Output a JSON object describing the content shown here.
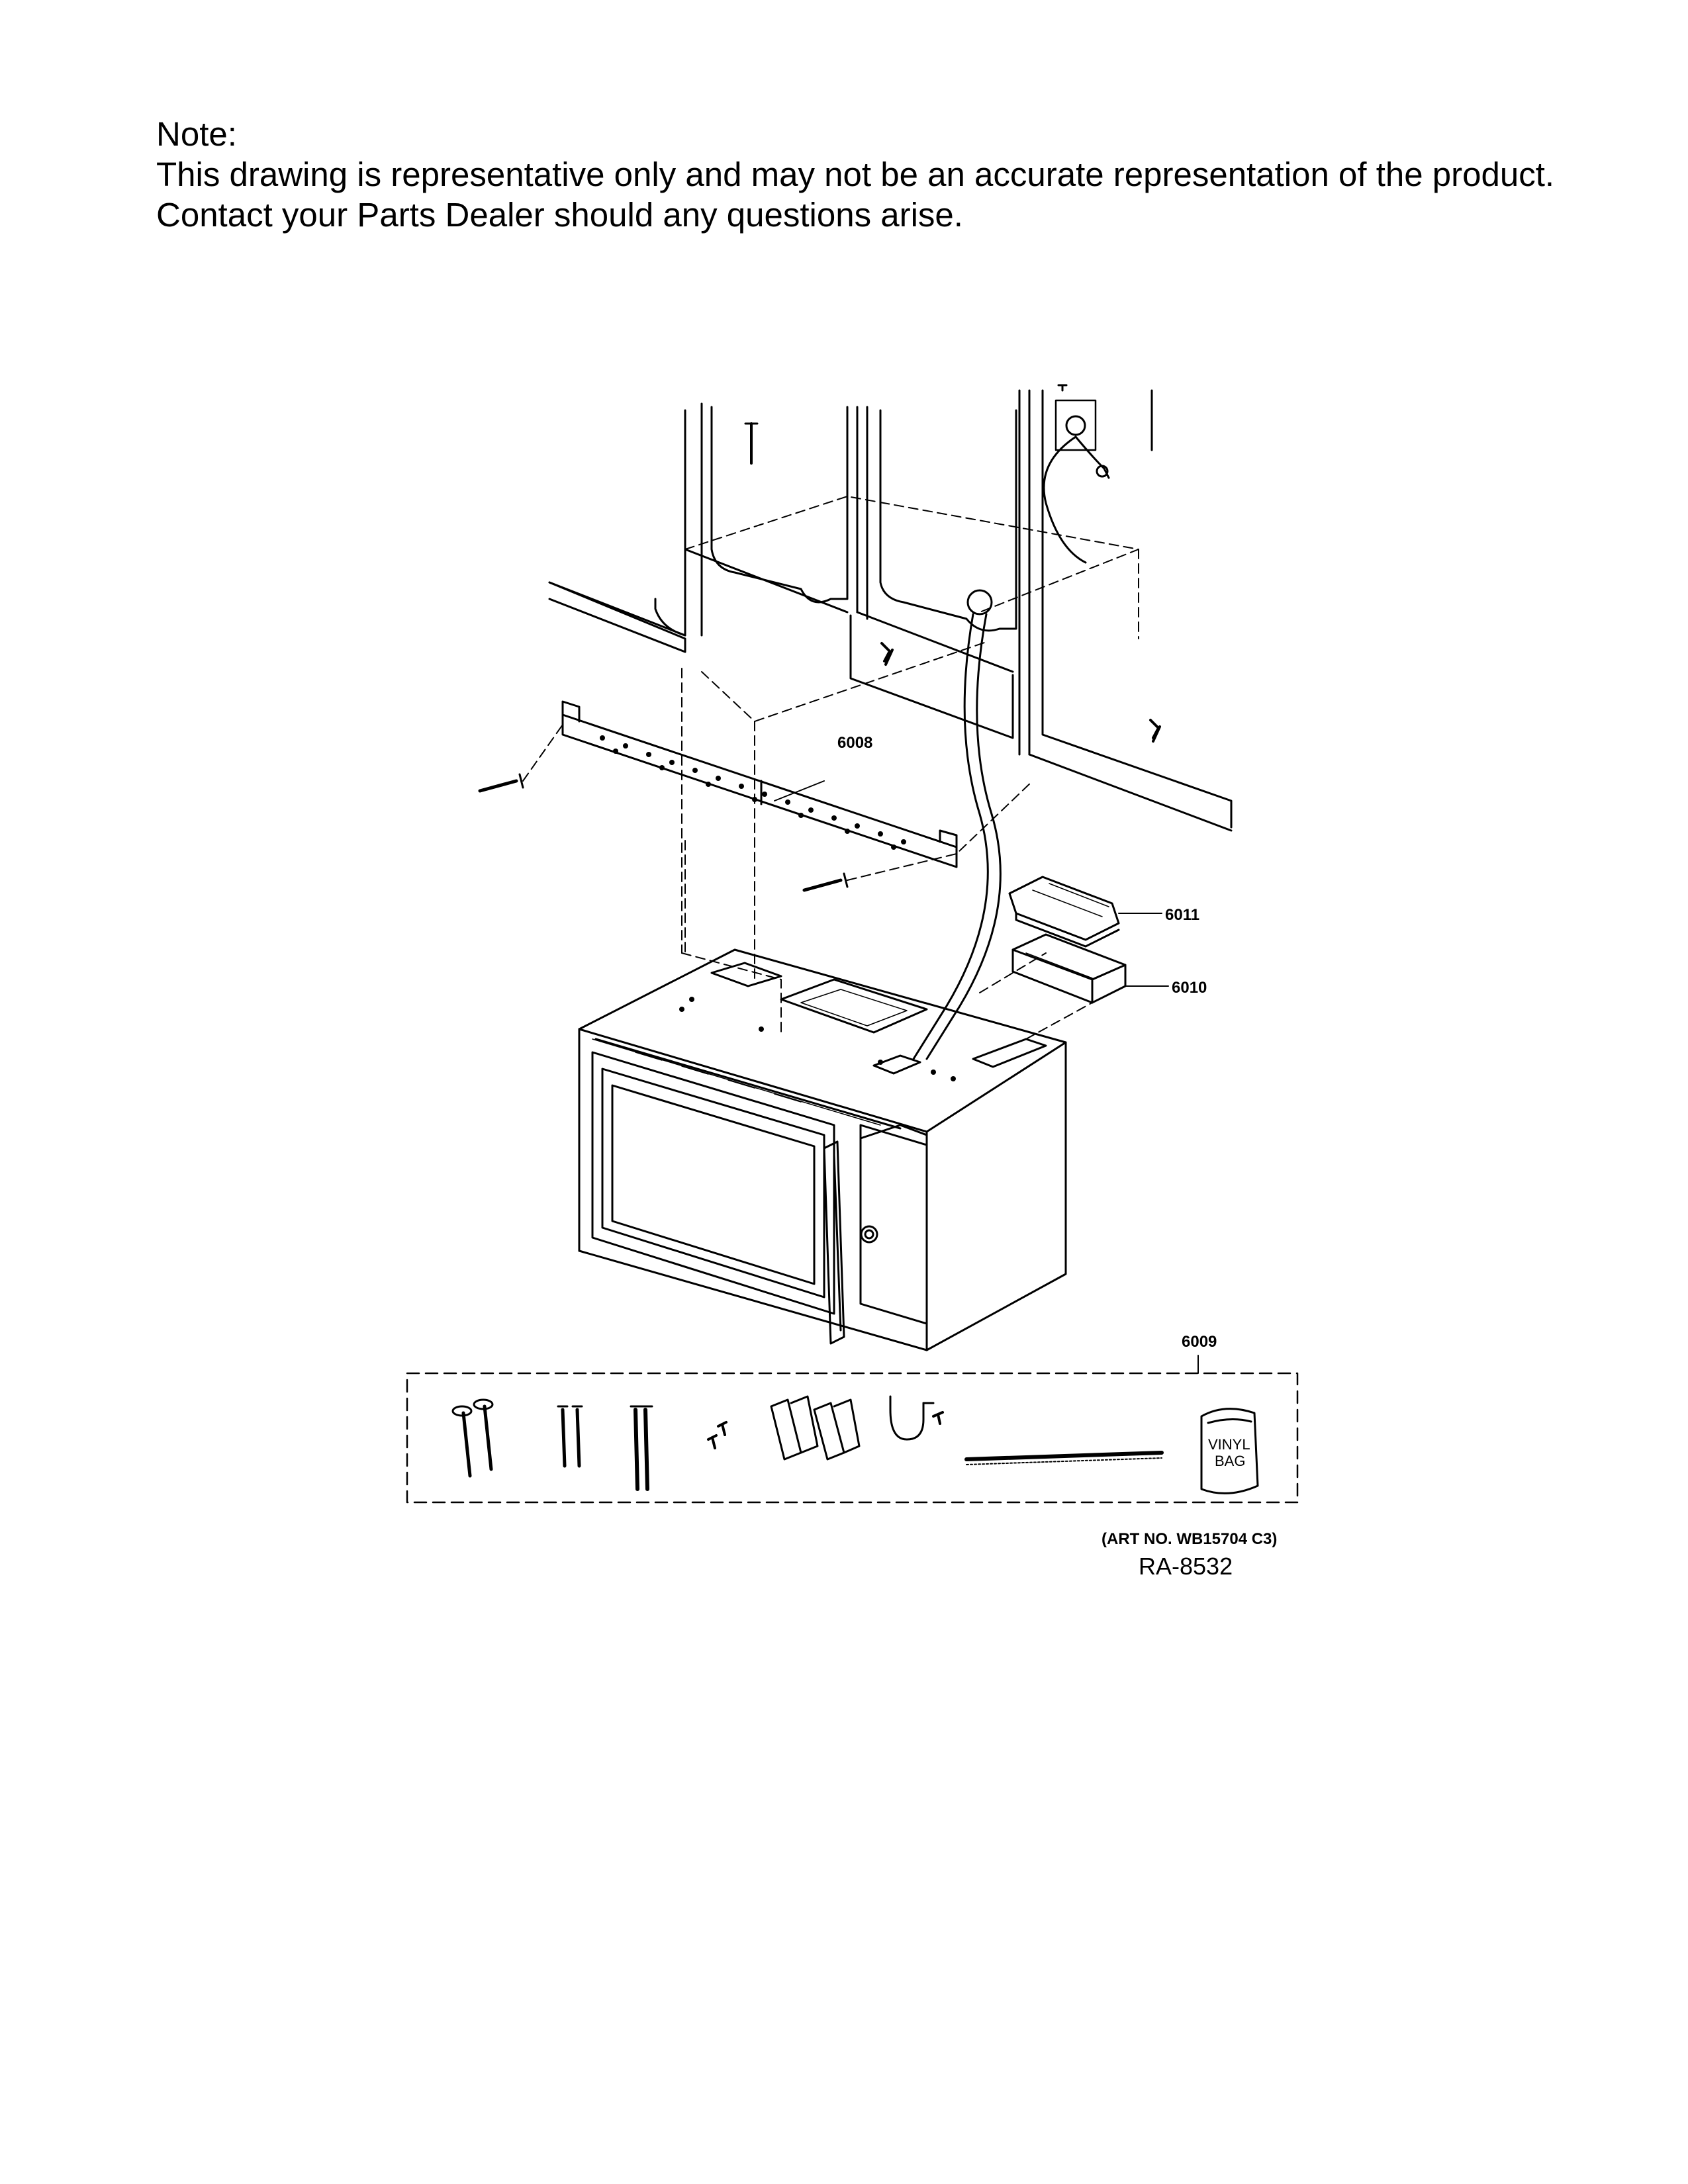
{
  "note": {
    "heading": "Note:",
    "line1": "This drawing is representative only and may not be an accurate representation of the product.",
    "line2": "Contact your Parts Dealer should any questions arise."
  },
  "callouts": {
    "bracket": "6008",
    "hardware_kit": "6009",
    "duct_adapter": "6010",
    "damper": "6011"
  },
  "hardware": {
    "bag_line1": "VINYL",
    "bag_line2": "BAG"
  },
  "footer": {
    "art_no": "(ART NO. WB15704 C3)",
    "ref": "RA-8532"
  }
}
